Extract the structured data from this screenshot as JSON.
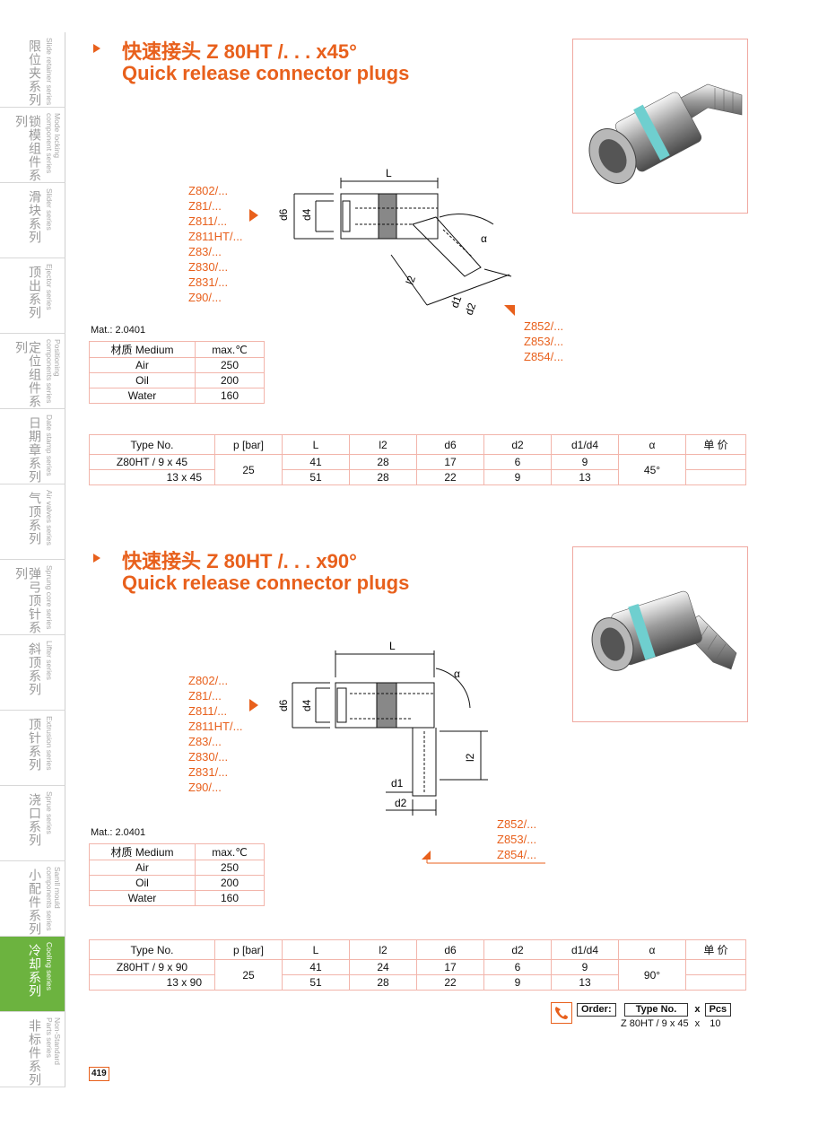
{
  "sidebar": [
    {
      "cn": "限位夹系列",
      "en": "Slide retainer series"
    },
    {
      "cn": "锁模组件系列",
      "en": "Mode locking\ncomponent series"
    },
    {
      "cn": "滑块系列",
      "en": "Slider series"
    },
    {
      "cn": "顶出系列",
      "en": "Ejector series"
    },
    {
      "cn": "定位组件系列",
      "en": "Positioning\ncomponents series"
    },
    {
      "cn": "日期章系列",
      "en": "Date stamp series"
    },
    {
      "cn": "气顶系列",
      "en": "Air valves series"
    },
    {
      "cn": "弹弓顶针系列",
      "en": "Sprung core series"
    },
    {
      "cn": "斜顶系列",
      "en": "Lifter series"
    },
    {
      "cn": "顶针系列",
      "en": "Extrusion series"
    },
    {
      "cn": "浇口系列",
      "en": "Sprue series"
    },
    {
      "cn": "小配件系列",
      "en": "Samll mould\ncomponents series"
    },
    {
      "cn": "冷却系列",
      "en": "Cooling series",
      "active": true
    },
    {
      "cn": "非标件系列",
      "en": "Non-Standard\nParts series"
    }
  ],
  "section1": {
    "title_cn": "快速接头 Z 80HT /. . .  x45°",
    "title_en": "Quick release connector plugs",
    "left_list": [
      "Z802/...",
      "Z81/...",
      "Z811/...",
      "Z811HT/...",
      "Z83/...",
      "Z830/...",
      "Z831/...",
      "Z90/..."
    ],
    "right_list": [
      "Z852/...",
      "Z853/...",
      "Z854/..."
    ],
    "dims": {
      "L": "L",
      "d6": "d6",
      "d4": "d4",
      "l2": "l2",
      "d1": "d1",
      "d2": "d2",
      "alpha": "α"
    },
    "mat": "Mat.: 2.0401",
    "medium_header": [
      "材质 Medium",
      "max.℃"
    ],
    "medium_rows": [
      [
        "Air",
        "250"
      ],
      [
        "Oil",
        "200"
      ],
      [
        "Water",
        "160"
      ]
    ],
    "spec_header": [
      "Type No.",
      "p [bar]",
      "L",
      "l2",
      "d6",
      "d2",
      "d1/d4",
      "α",
      "单 价"
    ],
    "spec_rows": [
      {
        "type": "Z80HT / 9 x 45",
        "L": "41",
        "l2": "28",
        "d6": "17",
        "d2": "6",
        "d1d4": "9"
      },
      {
        "type": "13 x 45",
        "L": "51",
        "l2": "28",
        "d6": "22",
        "d2": "9",
        "d1d4": "13"
      }
    ],
    "p": "25",
    "alpha": "45°"
  },
  "section2": {
    "title_cn": "快速接头 Z 80HT /. . .  x90°",
    "title_en": "Quick release connector plugs",
    "left_list": [
      "Z802/...",
      "Z81/...",
      "Z811/...",
      "Z811HT/...",
      "Z83/...",
      "Z830/...",
      "Z831/...",
      "Z90/..."
    ],
    "right_list": [
      "Z852/...",
      "Z853/...",
      "Z854/..."
    ],
    "dims": {
      "L": "L",
      "d6": "d6",
      "d4": "d4",
      "l2": "l2",
      "d1": "d1",
      "d2": "d2",
      "alpha": "α"
    },
    "mat": "Mat.: 2.0401",
    "medium_header": [
      "材质 Medium",
      "max.℃"
    ],
    "medium_rows": [
      [
        "Air",
        "250"
      ],
      [
        "Oil",
        "200"
      ],
      [
        "Water",
        "160"
      ]
    ],
    "spec_header": [
      "Type No.",
      "p [bar]",
      "L",
      "l2",
      "d6",
      "d2",
      "d1/d4",
      "α",
      "单 价"
    ],
    "spec_rows": [
      {
        "type": "Z80HT / 9 x 90",
        "L": "41",
        "l2": "24",
        "d6": "17",
        "d2": "6",
        "d1d4": "9"
      },
      {
        "type": "13 x 90",
        "L": "51",
        "l2": "28",
        "d6": "22",
        "d2": "9",
        "d1d4": "13"
      }
    ],
    "p": "25",
    "alpha": "90°"
  },
  "order": {
    "label": "Order:",
    "type_label": "Type No.",
    "x": "x",
    "pcs_label": "Pcs",
    "example_type": "Z 80HT / 9 x 45",
    "example_x": "x",
    "example_qty": "10"
  },
  "page_number": "419",
  "colors": {
    "accent": "#e8601c",
    "sidebar_active": "#6cb33f",
    "table_border": "#f2b5ab"
  }
}
